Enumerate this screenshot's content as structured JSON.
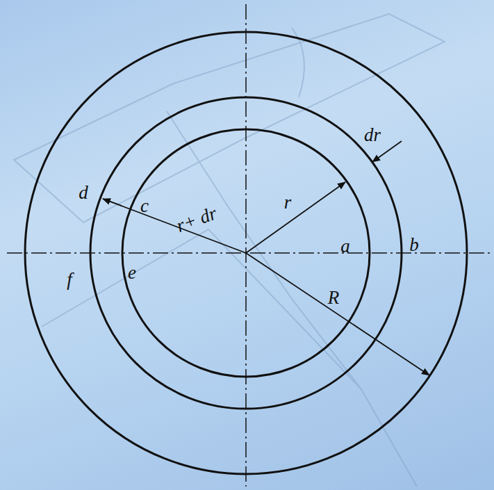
{
  "diagram": {
    "labels": [
      "d",
      "c",
      "r+ dr",
      "r",
      "dr",
      "a",
      "b",
      "f",
      "e",
      "R"
    ]
  }
}
